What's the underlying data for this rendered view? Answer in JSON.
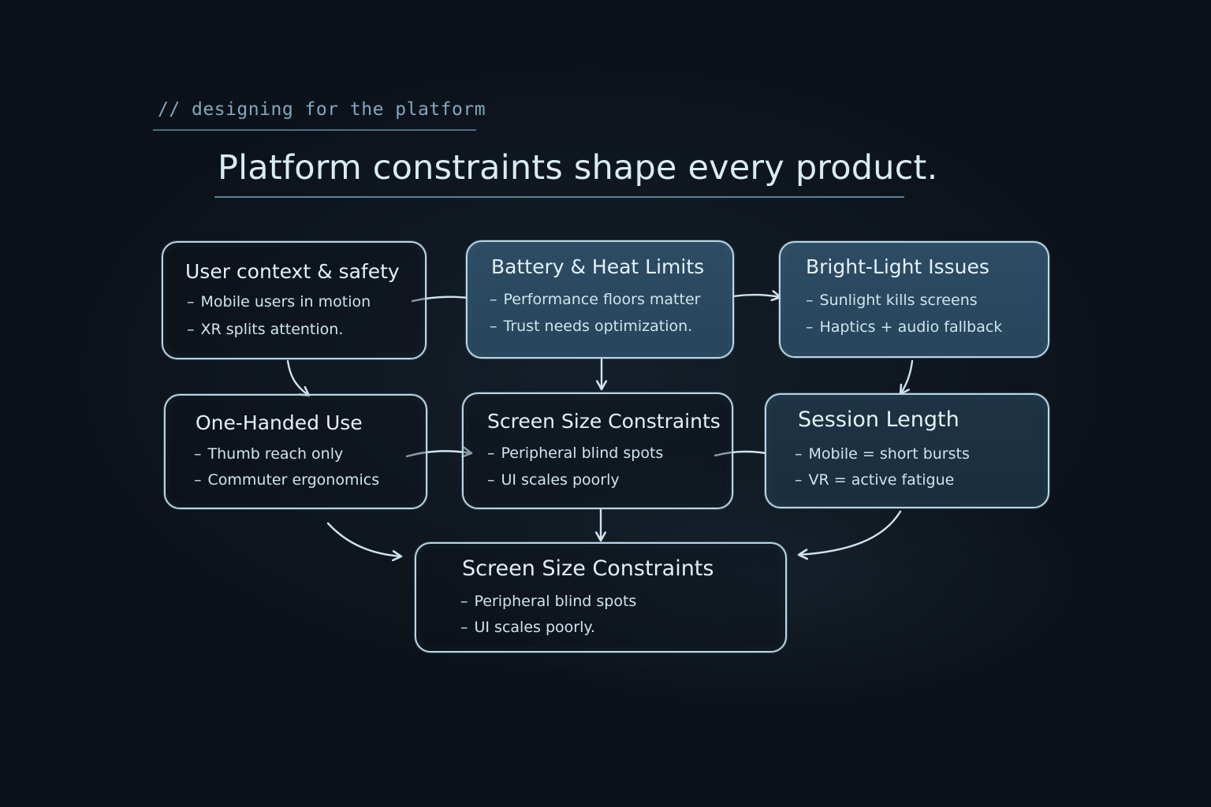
{
  "header": {
    "eyebrow": "// designing for the platform",
    "title": "Platform constraints shape every product."
  },
  "nodes": {
    "user_context": {
      "title": "User context & safety",
      "items": [
        "Mobile users in motion",
        "XR splits attention."
      ]
    },
    "battery_heat": {
      "title": "Battery & Heat Limits",
      "items": [
        "Performance floors matter",
        "Trust needs optimization."
      ]
    },
    "bright_light": {
      "title": "Bright-Light Issues",
      "items": [
        "Sunlight kills screens",
        "Haptics + audio fallback"
      ]
    },
    "one_handed": {
      "title": "One-Handed Use",
      "items": [
        "Thumb reach only",
        "Commuter ergonomics"
      ]
    },
    "screen_size": {
      "title": "Screen Size Constraints",
      "items": [
        "Peripheral blind spots",
        "UI scales poorly"
      ]
    },
    "session_length": {
      "title": "Session Length",
      "items": [
        "Mobile = short bursts",
        "VR = active fatigue"
      ]
    },
    "screen_size_final": {
      "title": "Screen Size Constraints",
      "items": [
        "Peripheral blind spots",
        "UI scales poorly."
      ]
    }
  },
  "colors": {
    "background": "#0c1219",
    "chalk": "#b7d6e6",
    "filled_box": "#2d4c64",
    "eyebrow": "#7fa9c2"
  }
}
